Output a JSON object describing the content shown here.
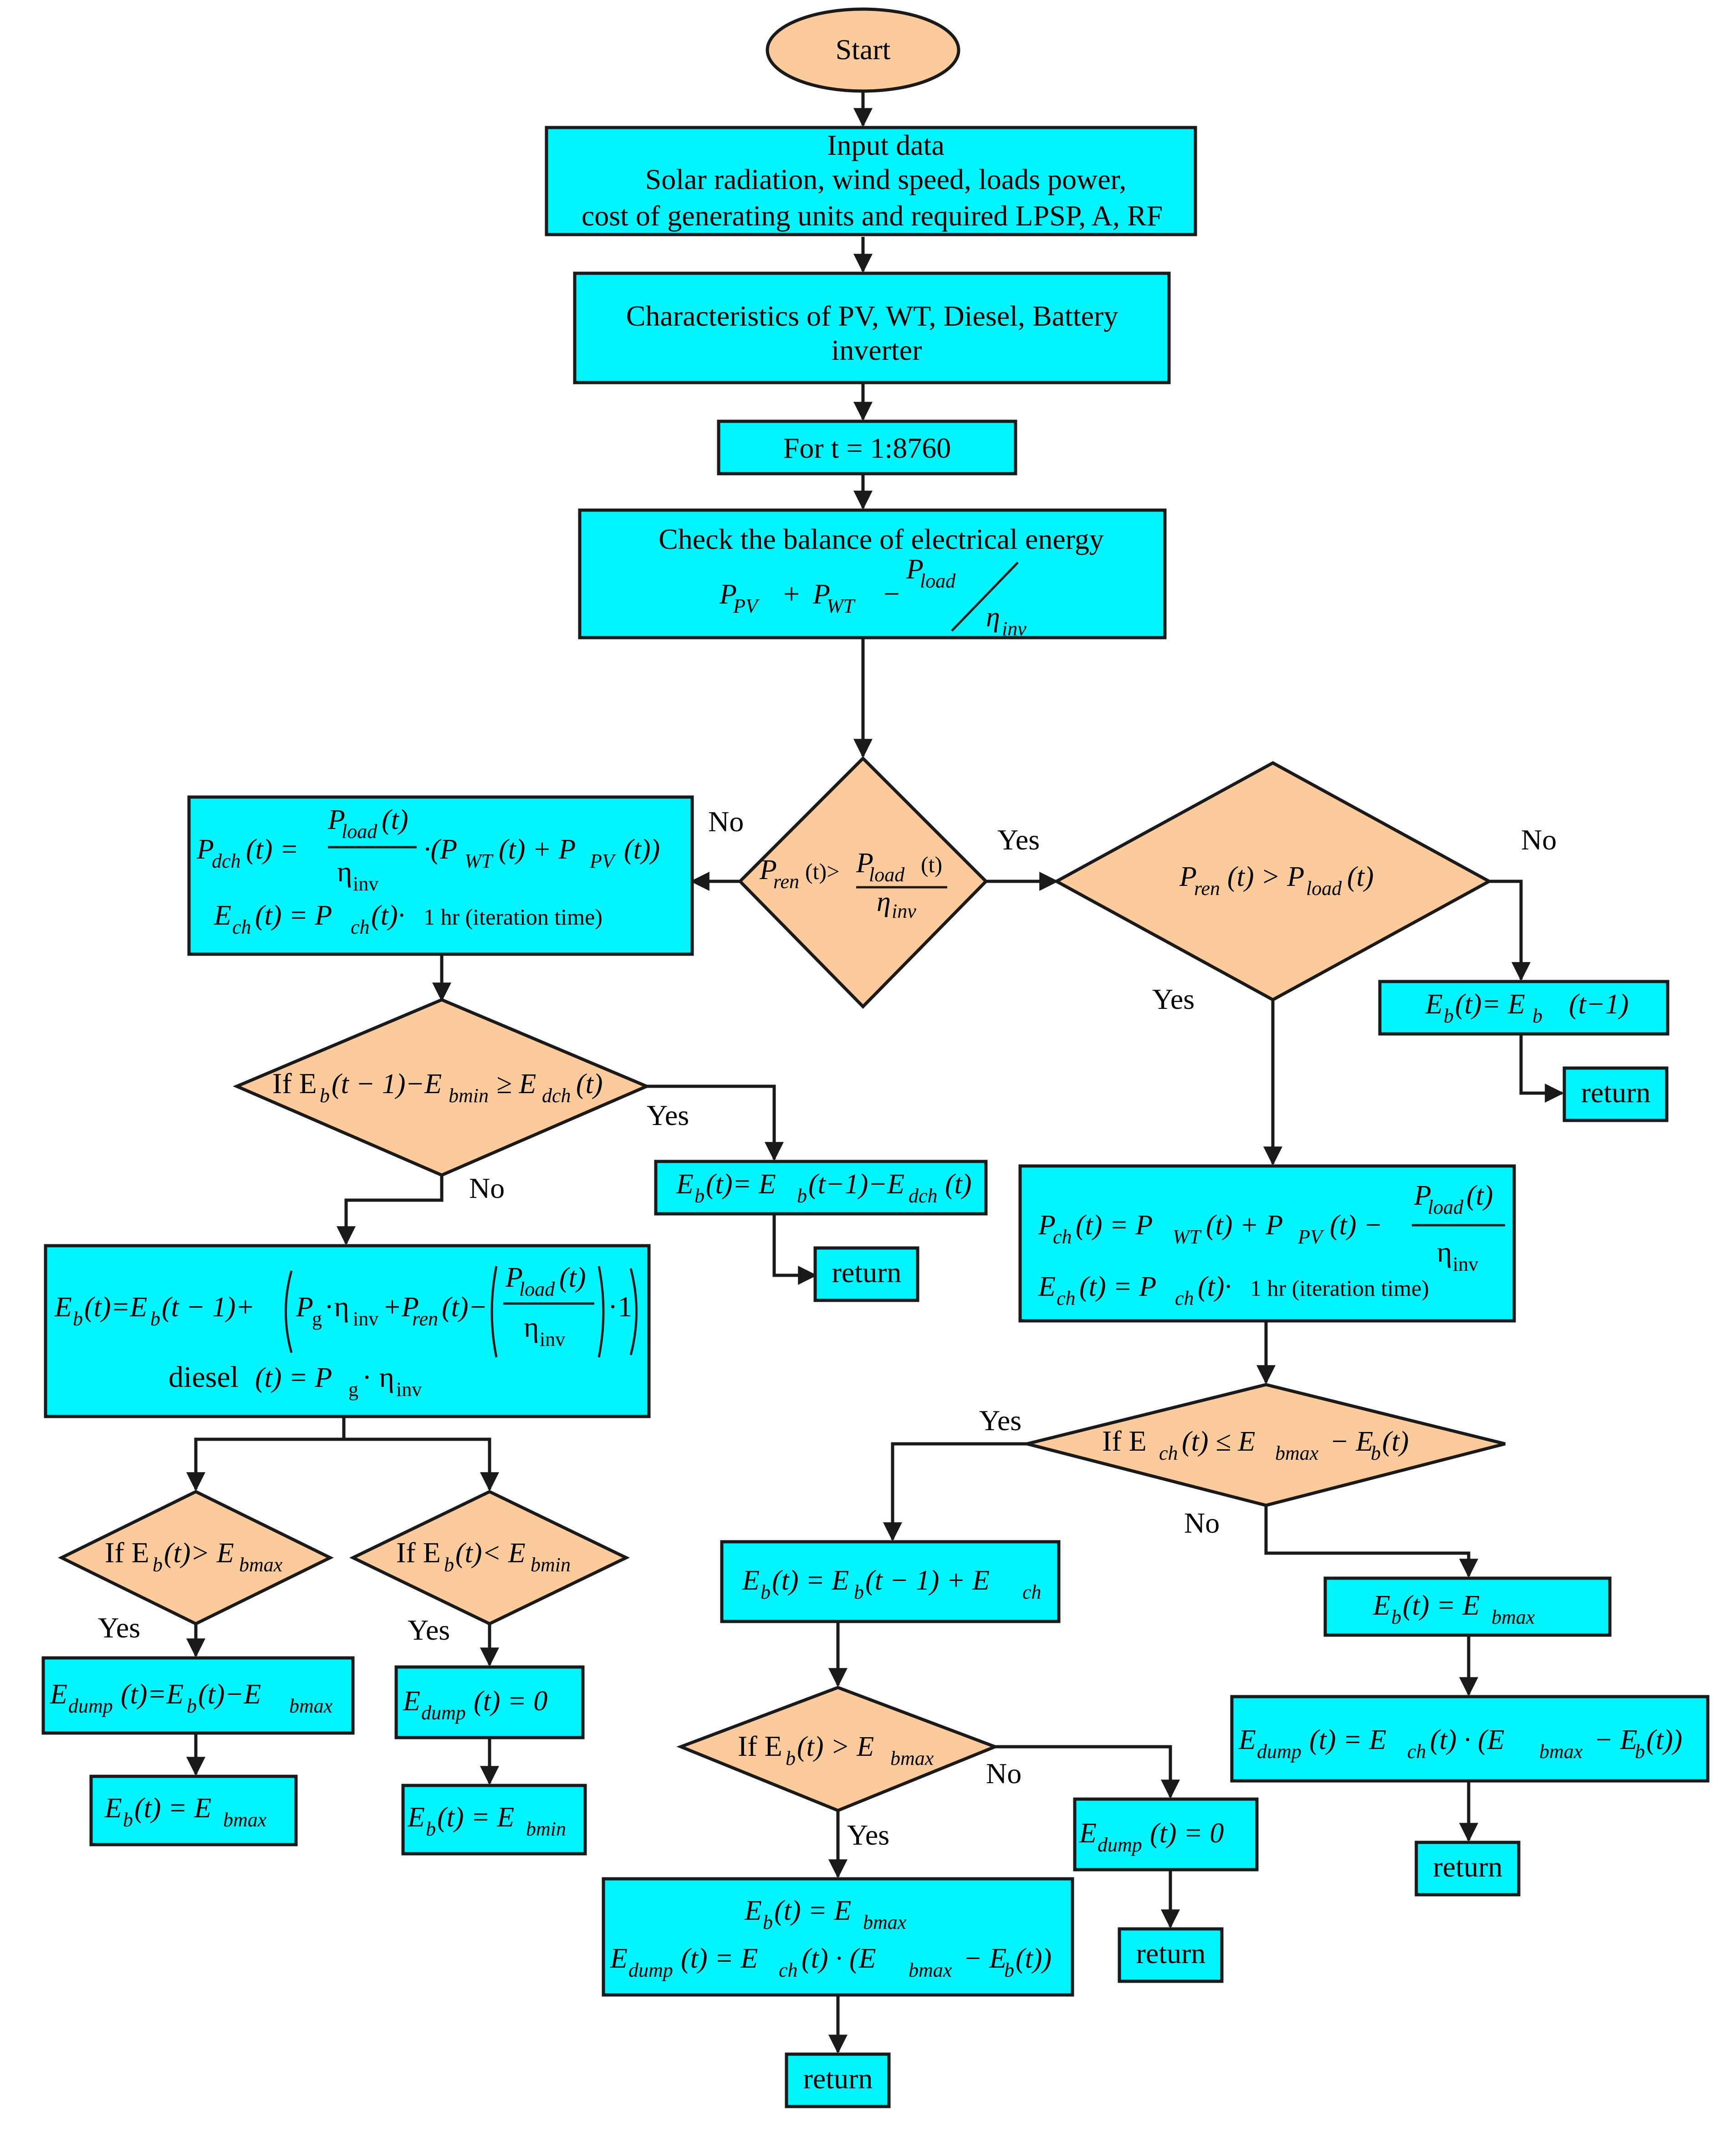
{
  "start": "Start",
  "input": {
    "line1": "Input data",
    "line2": "Solar radiation, wind speed, loads power,",
    "line3": "cost of generating units and required LPSP, A, RF"
  },
  "characteristics": {
    "line1": "Characteristics of PV, WT, Diesel, Battery",
    "line2": "inverter"
  },
  "loop": "For t = 1:8760",
  "balance": {
    "title": "Check the balance of electrical energy",
    "P": "P",
    "pv": "PV",
    "wt": "WT",
    "plus": "+",
    "minus": "−",
    "load": "load",
    "eta": "η",
    "inv": "inv"
  },
  "labels": {
    "yes": "Yes",
    "no": "No",
    "return": "return"
  },
  "dec_main": {
    "P": "P",
    "ren": "ren",
    "t_gt": "(t)>",
    "load": "load",
    "t": "(t)",
    "eta": "η",
    "inv": "inv"
  },
  "dec_right": {
    "text_a": "P",
    "ren": "ren",
    "mid": "(t) > P",
    "load": "load",
    "end": "(t)"
  },
  "discharge_box": {
    "line1_a": "P",
    "dch": "dch",
    "line1_b": "(t) =",
    "frac_num_a": "P",
    "load": "load",
    "frac_num_b": "(t)",
    "frac_den": "η",
    "inv": "inv",
    "line1_c": "·(P",
    "wt": "WT",
    "line1_d": "(t) + P",
    "pv": "PV",
    "line1_e": "(t))",
    "line2_a": "E",
    "ch": "ch",
    "line2_b": "(t) = P",
    "line2_c": "(t)·",
    "line2_d": "1 hr (iteration time)"
  },
  "dec_eb": {
    "a": "If E",
    "b": "b",
    "c": "(t − 1)−E",
    "bmin": "bmin",
    "d": "≥ E",
    "dch": "dch",
    "e": "(t)"
  },
  "eb_update": {
    "a": "E",
    "b": "b",
    "c": "(t)= E",
    "d": "(t−1)−E",
    "dch": "dch",
    "e": "(t)"
  },
  "diesel_box": {
    "a": "E",
    "b": "b",
    "c": "(t)=E",
    "d": "(t − 1)+",
    "e": "P",
    "g": "g",
    "f": "·η",
    "inv": "inv",
    "h": "+P",
    "ren": "ren",
    "i": "(t)−",
    "j": "P",
    "load": "load",
    "k": "(t)",
    "eta": "η",
    "l": "·1",
    "line2_a": "diesel",
    "line2_b": "(t) = P",
    "line2_c": "· η"
  },
  "dec_gt_bmax_left": {
    "a": "If E",
    "b": "b",
    "c": "(t)> E",
    "bmax": "bmax"
  },
  "dec_lt_bmin": {
    "a": "If E",
    "b": "b",
    "c": "(t)< E",
    "bmin": "bmin"
  },
  "dump_left": {
    "a": "E",
    "dump": "dump",
    "b": "(t)=E",
    "bs": "b",
    "c": "(t)−E",
    "bmax": "bmax"
  },
  "dump_zero_left": {
    "a": "E",
    "dump": "dump",
    "b": "(t)  =  0"
  },
  "eb_bmax_left": {
    "a": "E",
    "b": "b",
    "c": "(t)  = E",
    "bmax": "bmax"
  },
  "eb_bmin": {
    "a": "E",
    "b": "b",
    "c": "(t)  = E",
    "bmin": "bmin"
  },
  "charge_box": {
    "a": "P",
    "ch": "ch",
    "b": "(t) = P",
    "wt": "WT",
    "c": "(t) + P",
    "pv": "PV",
    "d": "(t)  −",
    "num_a": "P",
    "load": "load",
    "num_b": "(t)",
    "den": "η",
    "inv": "inv",
    "line2_a": "E",
    "line2_b": "(t) = P",
    "line2_c": "(t)·",
    "line2_d": "1 hr (iteration time)"
  },
  "eb_prev": {
    "a": "E",
    "b": "b",
    "c": "(t)= E",
    "d": "(t−1)"
  },
  "dec_ech": {
    "a": "If  E",
    "ch": "ch",
    "b": "(t) ≤ E",
    "bmax": "bmax",
    "c": "− E",
    "bs": "b",
    "d": "(t)"
  },
  "eb_plus_ech": {
    "a": "E",
    "b": "b",
    "c": "(t) = E",
    "d": "(t − 1) + E",
    "ch": "ch"
  },
  "eb_bmax_right": {
    "a": "E",
    "b": "b",
    "c": "(t)  = E",
    "bmax": "bmax"
  },
  "dec_gt_bmax_mid": {
    "a": "If E",
    "b": "b",
    "c": "(t) > E",
    "bmax": "bmax"
  },
  "dump_right": {
    "a": "E",
    "dump": "dump",
    "b": "(t)  =  E",
    "ch": "ch",
    "c": "(t)  ·  (E",
    "bmax": "bmax",
    "d": "− E",
    "bs": "b",
    "e": "(t))"
  },
  "final_box": {
    "a": "E",
    "b": "b",
    "c": "(t)  = E",
    "bmax": "bmax",
    "line2_a": "E",
    "dump": "dump",
    "line2_b": "(t)  =  E",
    "ch": "ch",
    "line2_c": "(t)  ·  (E",
    "line2_d": "− E",
    "line2_e": "(t))"
  },
  "dump_zero_mid": {
    "a": "E",
    "dump": "dump",
    "b": "(t)  =  0"
  }
}
